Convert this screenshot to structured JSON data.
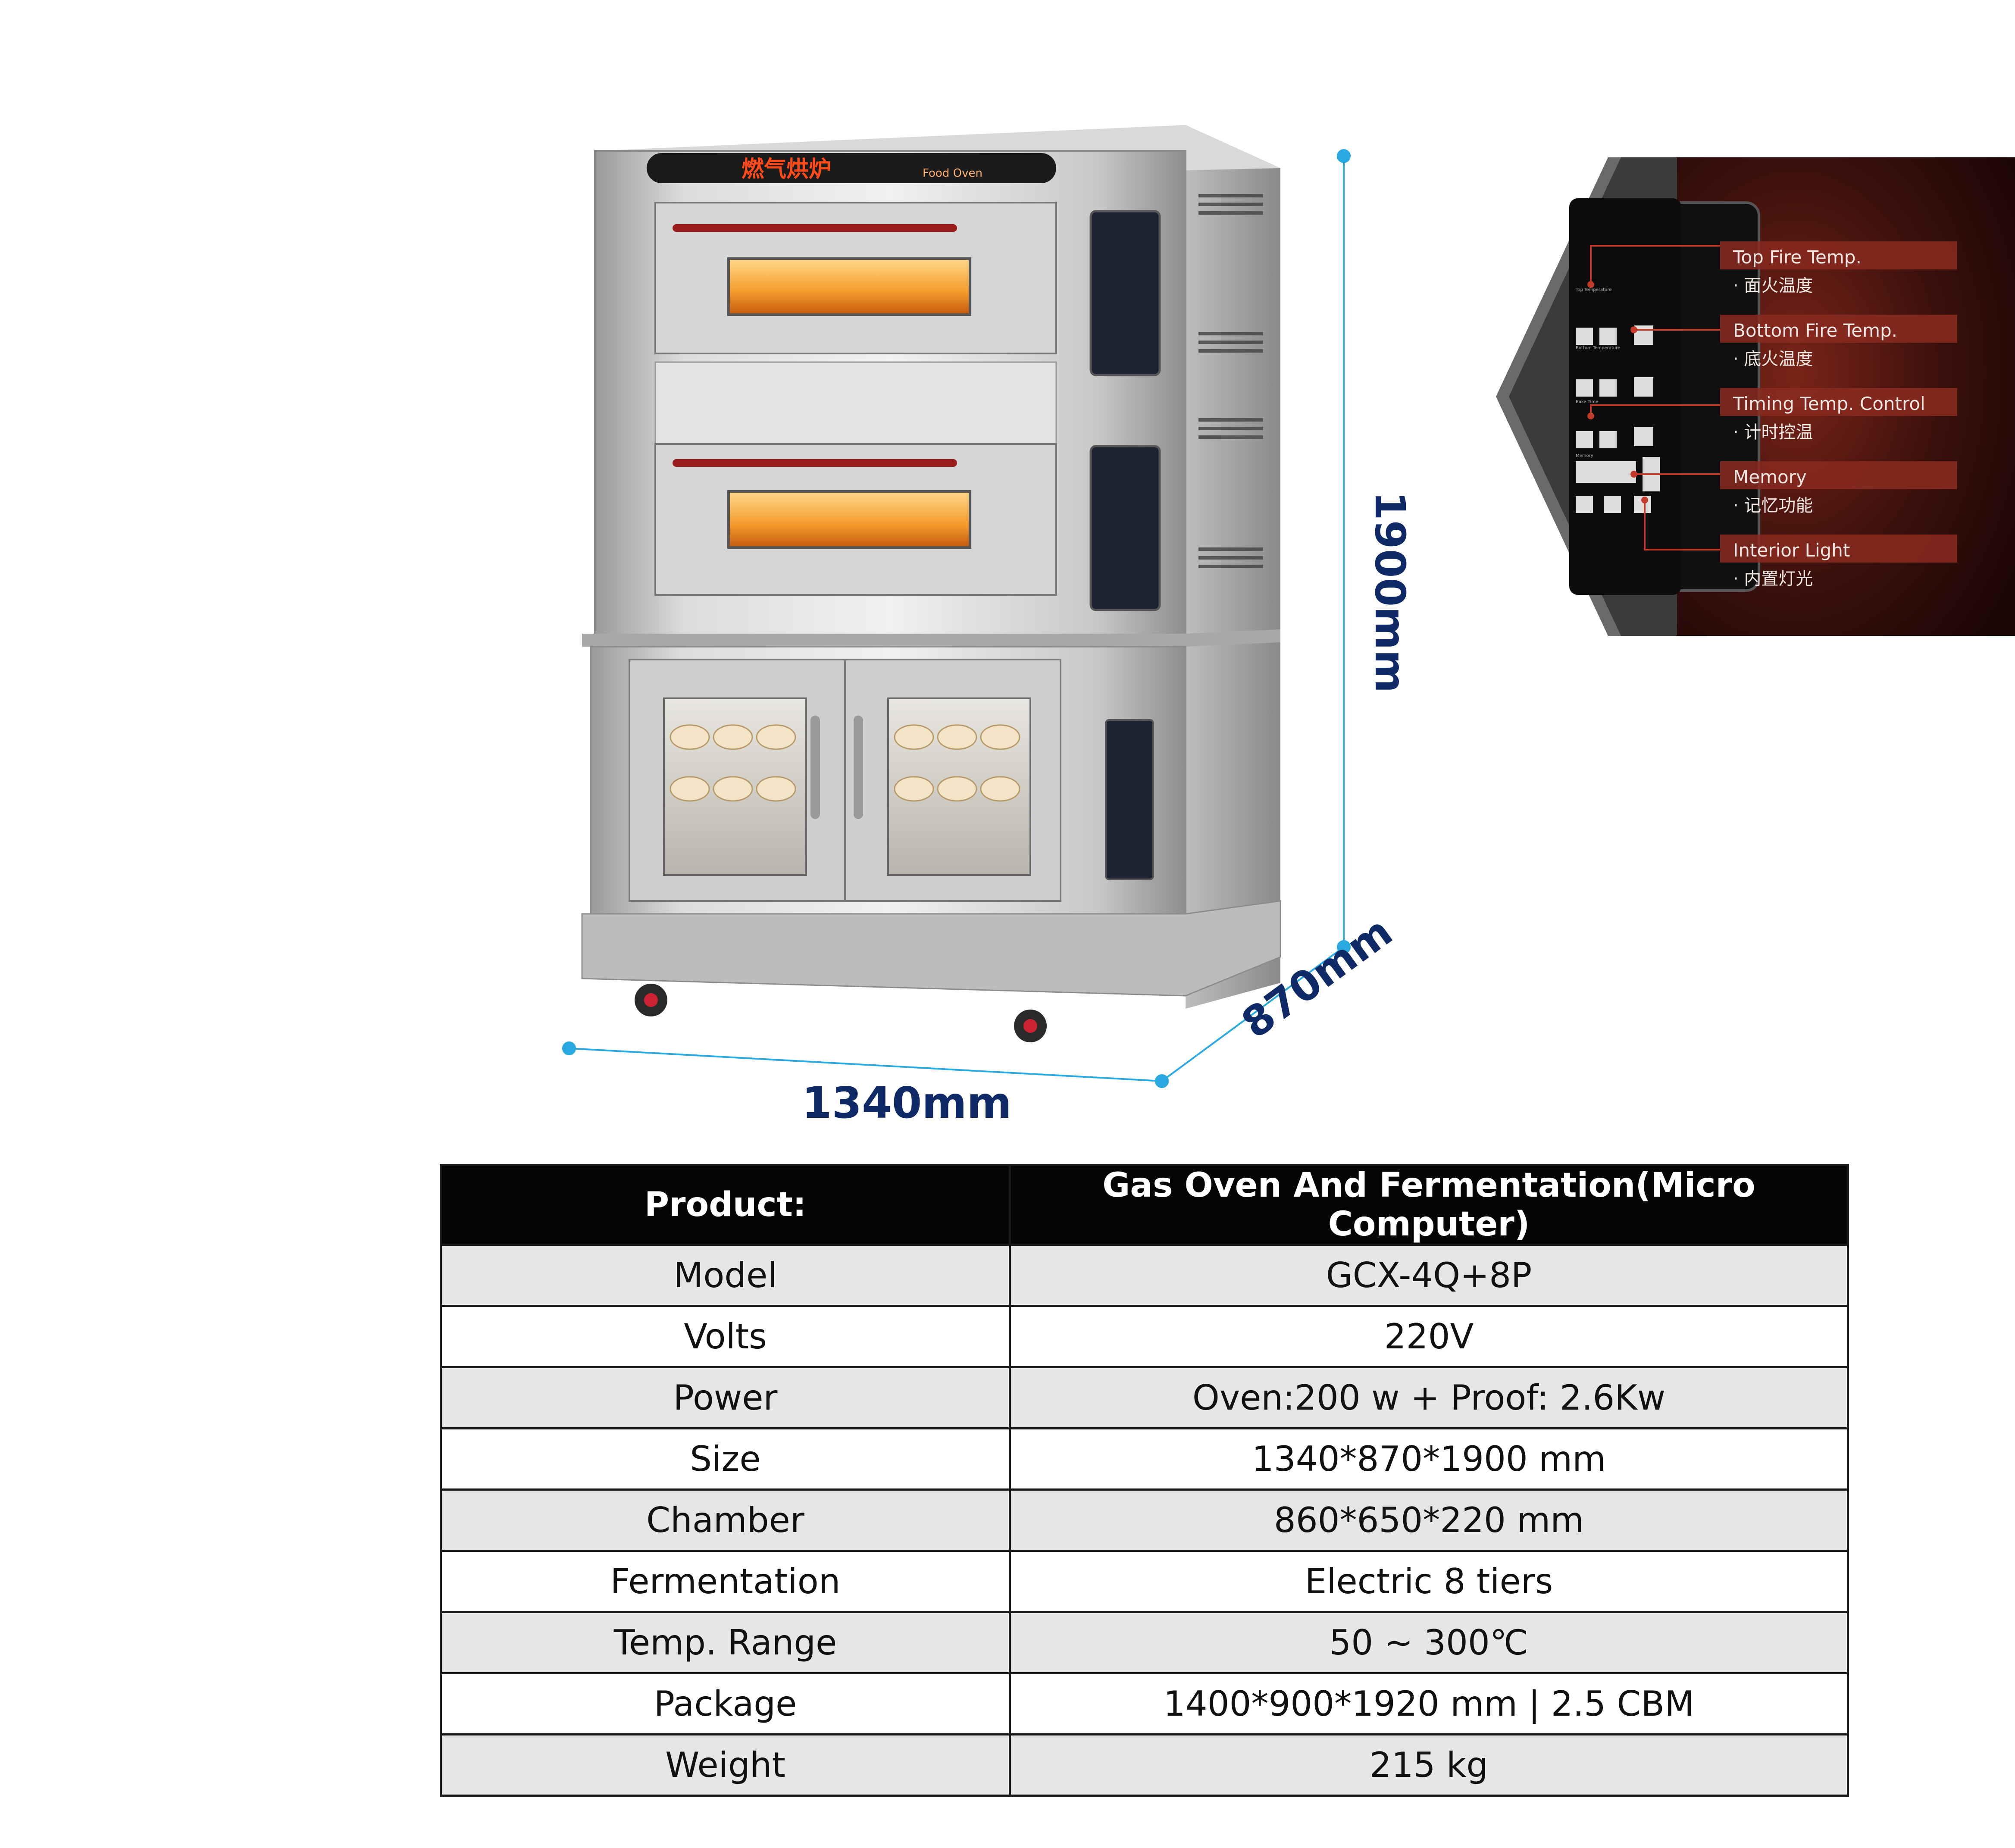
{
  "dimensions": {
    "width": "1340mm",
    "depth": "870mm",
    "height": "1900mm"
  },
  "product_images": {
    "oven_name_cn": "燃气烘炉",
    "oven_name_en_1": "Food Oven"
  },
  "control_panel": {
    "panel_labels": [
      "Top Temperature",
      "Bottom Temperature",
      "Bake Time",
      "Memory"
    ],
    "callouts": [
      {
        "en": "Top Fire Temp.",
        "zh": "· 面火温度"
      },
      {
        "en": "Bottom Fire Temp.",
        "zh": "· 底火温度"
      },
      {
        "en": "Timing Temp. Control",
        "zh": "· 计时控温"
      },
      {
        "en": "Memory",
        "zh": "· 记忆功能"
      },
      {
        "en": "Interior Light",
        "zh": "· 内置灯光"
      }
    ]
  },
  "spec_table": {
    "header": {
      "label": "Product:",
      "value": "Gas Oven And Fermentation(Micro Computer)"
    },
    "rows": [
      {
        "label": "Model",
        "value": "GCX-4Q+8P"
      },
      {
        "label": "Volts",
        "value": "220V"
      },
      {
        "label": "Power",
        "value": "Oven:200 w + Proof: 2.6Kw"
      },
      {
        "label": "Size",
        "value": "1340*870*1900 mm"
      },
      {
        "label": "Chamber",
        "value": "860*650*220 mm"
      },
      {
        "label": "Fermentation",
        "value": "Electric 8 tiers"
      },
      {
        "label": "Temp. Range",
        "value": "50 ~ 300℃"
      },
      {
        "label": "Package",
        "value": "1400*900*1920 mm | 2.5 CBM"
      },
      {
        "label": "Weight",
        "value": "215 kg"
      }
    ]
  },
  "colors": {
    "dimension_text": "#0f2a66",
    "dimension_line": "#28a9e0",
    "header_bg": "#050505",
    "row_alt_bg": "#e6e6e6",
    "panel_bg": "#2a0f0c",
    "callout_line": "#c23a2a"
  }
}
